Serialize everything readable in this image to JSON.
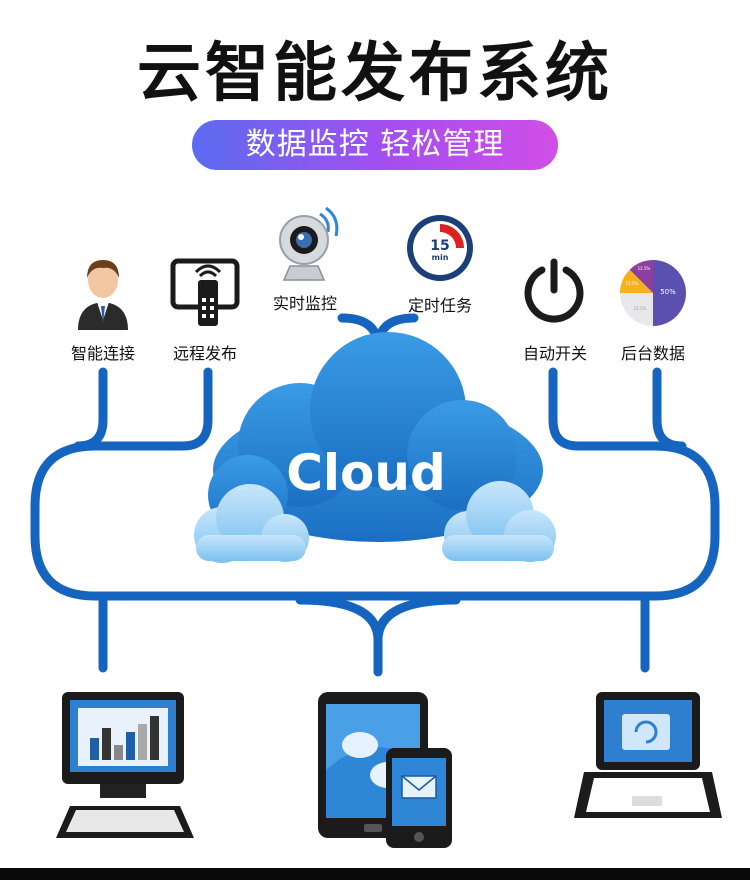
{
  "header": {
    "title": "云智能发布系统",
    "subtitle": "数据监控 轻松管理"
  },
  "cloud": {
    "label": "Cloud"
  },
  "features": {
    "smart_connect": "智能连接",
    "remote_publish": "远程发布",
    "live_monitor": "实时监控",
    "scheduled_task": "定时任务",
    "auto_switch": "自动开关",
    "backend_data": "后台数据"
  },
  "timer": {
    "value": "15",
    "unit": "min"
  },
  "pie": {
    "big": "50%",
    "small_a": "12.5%",
    "small_b": "12.5%",
    "small_c": "12.5%"
  },
  "colors": {
    "line": "#1565c0",
    "pill_start": "#5b6cf0",
    "pill_end": "#d14fe6",
    "cloud": "#2f86d6"
  }
}
